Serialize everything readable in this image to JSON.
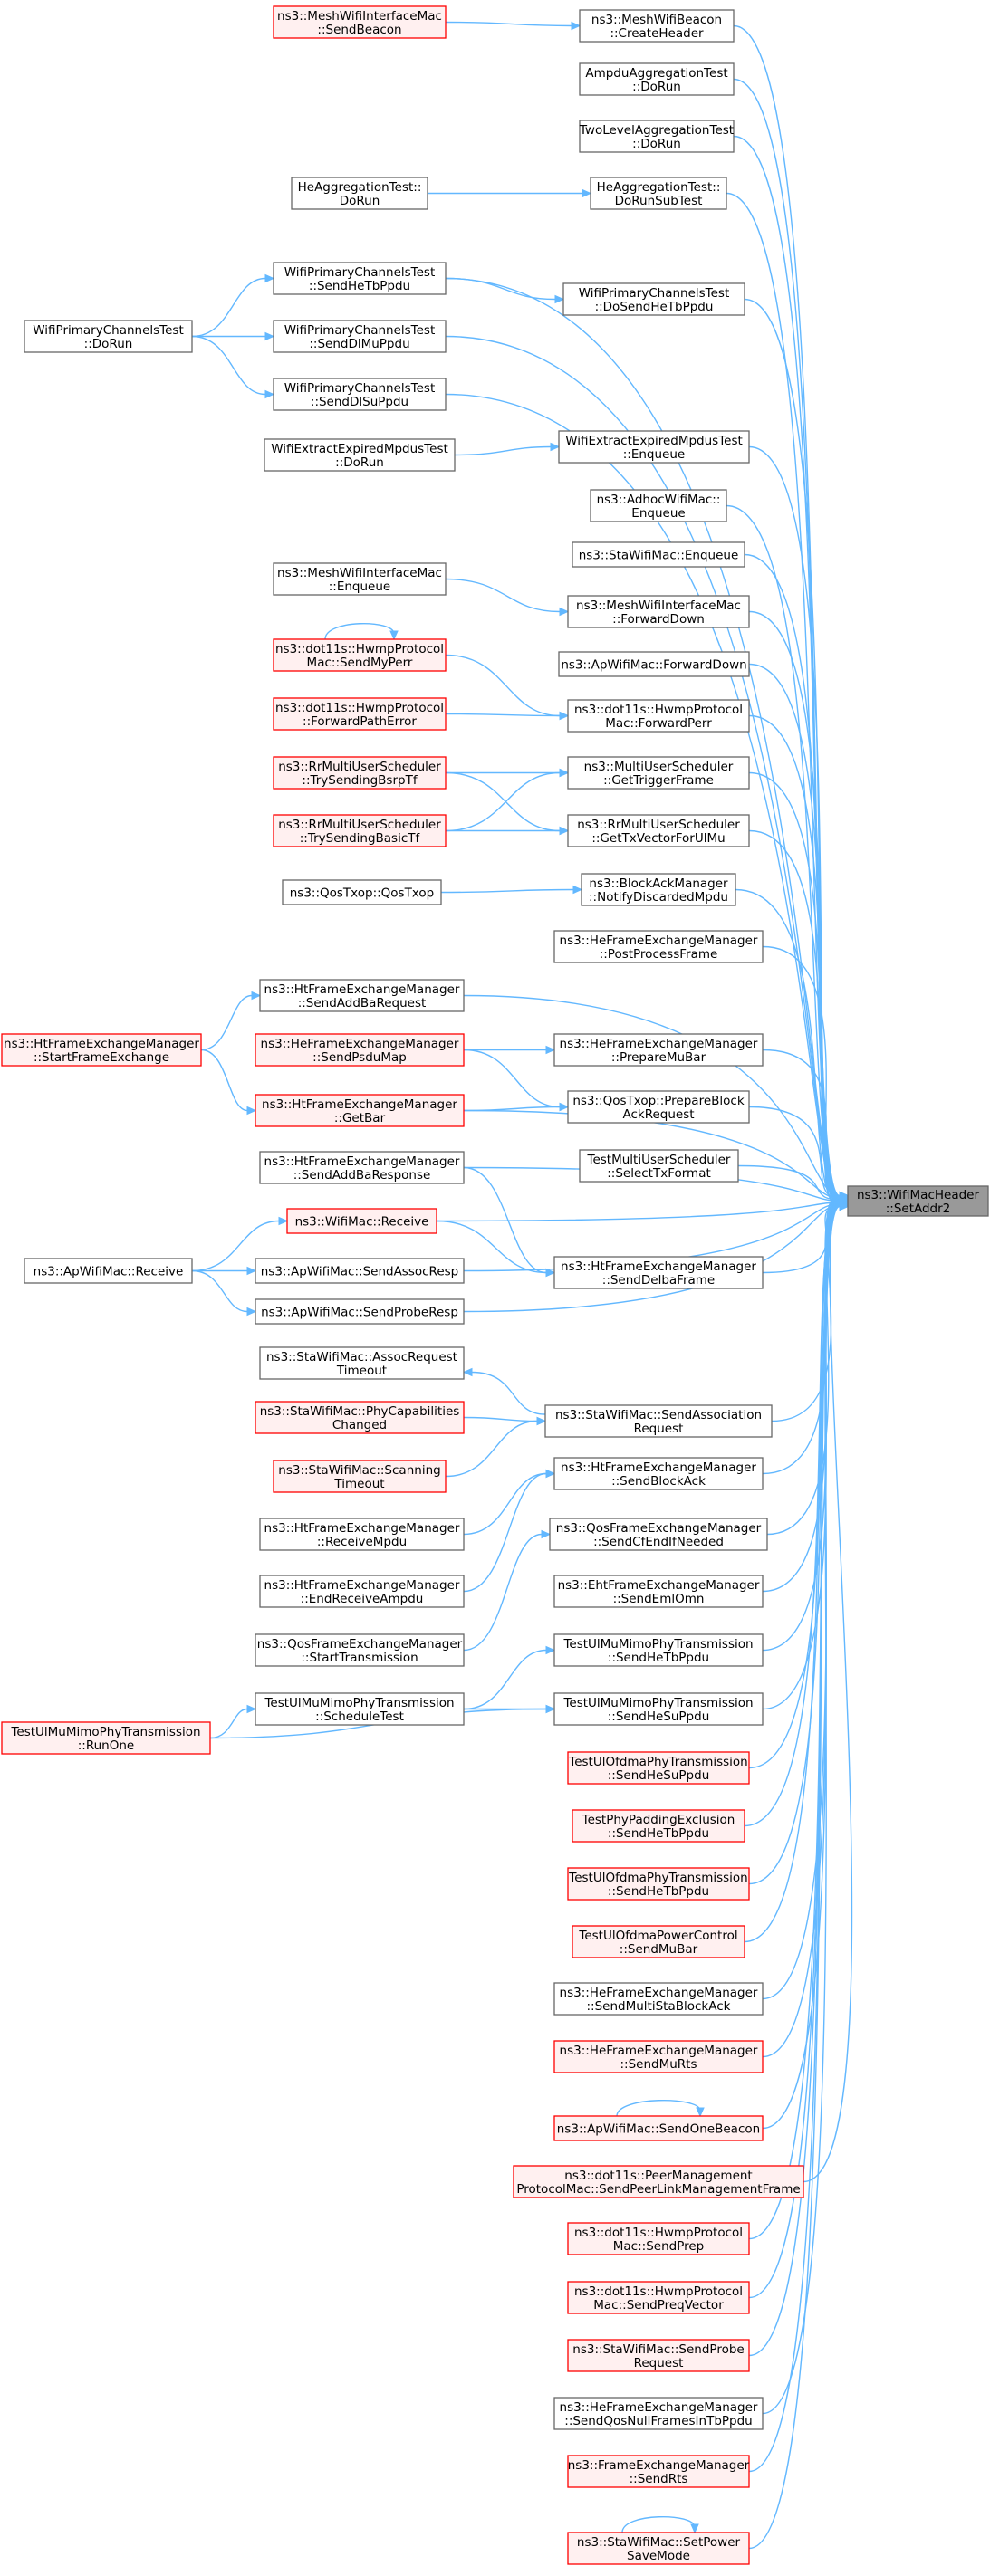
{
  "colors": {
    "edge": "#63b8ff",
    "normal_border": "#666666",
    "normal_fill": "#ffffff",
    "red_border": "#ff0000",
    "red_fill": "#fff0f0",
    "target_fill": "#999999",
    "target_border": "#666666"
  },
  "target": {
    "id": "t",
    "lines": [
      "ns3::WifiMacHeader",
      "::SetAddr2"
    ]
  },
  "nodes": [
    {
      "id": "mwb_ch",
      "lines": [
        "ns3::MeshWifiBeacon",
        "::CreateHeader"
      ],
      "style": "normal"
    },
    {
      "id": "mwim_sb",
      "lines": [
        "ns3::MeshWifiInterfaceMac",
        "::SendBeacon"
      ],
      "style": "red"
    },
    {
      "id": "ampdu",
      "lines": [
        "AmpduAggregationTest",
        "::DoRun"
      ],
      "style": "normal"
    },
    {
      "id": "twolevel",
      "lines": [
        "TwoLevelAggregationTest",
        "::DoRun"
      ],
      "style": "normal"
    },
    {
      "id": "he_sub",
      "lines": [
        "HeAggregationTest::",
        "DoRunSubTest"
      ],
      "style": "normal"
    },
    {
      "id": "he_run",
      "lines": [
        "HeAggregationTest::",
        "DoRun"
      ],
      "style": "normal"
    },
    {
      "id": "wpc_dos",
      "lines": [
        "WifiPrimaryChannelsTest",
        "::DoSendHeTbPpdu"
      ],
      "style": "normal"
    },
    {
      "id": "wpc_she",
      "lines": [
        "WifiPrimaryChannelsTest",
        "::SendHeTbPpdu"
      ],
      "style": "normal"
    },
    {
      "id": "wpc_sdl",
      "lines": [
        "WifiPrimaryChannelsTest",
        "::SendDlMuPpdu"
      ],
      "style": "normal"
    },
    {
      "id": "wpc_ssu",
      "lines": [
        "WifiPrimaryChannelsTest",
        "::SendDlSuPpdu"
      ],
      "style": "normal"
    },
    {
      "id": "wpc_run",
      "lines": [
        "WifiPrimaryChannelsTest",
        "::DoRun"
      ],
      "style": "normal"
    },
    {
      "id": "weem_enq",
      "lines": [
        "WifiExtractExpiredMpdusTest",
        "::Enqueue"
      ],
      "style": "normal"
    },
    {
      "id": "weem_run",
      "lines": [
        "WifiExtractExpiredMpdusTest",
        "::DoRun"
      ],
      "style": "normal"
    },
    {
      "id": "adhoc",
      "lines": [
        "ns3::AdhocWifiMac::",
        "Enqueue"
      ],
      "style": "normal"
    },
    {
      "id": "sta_enq",
      "lines": [
        "ns3::StaWifiMac::Enqueue"
      ],
      "style": "normal"
    },
    {
      "id": "mwim_fd",
      "lines": [
        "ns3::MeshWifiInterfaceMac",
        "::ForwardDown"
      ],
      "style": "normal"
    },
    {
      "id": "mwim_enq",
      "lines": [
        "ns3::MeshWifiInterfaceMac",
        "::Enqueue"
      ],
      "style": "normal"
    },
    {
      "id": "ap_fd",
      "lines": [
        "ns3::ApWifiMac::ForwardDown"
      ],
      "style": "normal"
    },
    {
      "id": "hwmp_fp",
      "lines": [
        "ns3::dot11s::HwmpProtocol",
        "Mac::ForwardPerr"
      ],
      "style": "normal"
    },
    {
      "id": "hwmp_smp",
      "lines": [
        "ns3::dot11s::HwmpProtocol",
        "Mac::SendMyPerr"
      ],
      "style": "red"
    },
    {
      "id": "hwmp_fpe",
      "lines": [
        "ns3::dot11s::HwmpProtocol",
        "::ForwardPathError"
      ],
      "style": "red"
    },
    {
      "id": "mus_gtf",
      "lines": [
        "ns3::MultiUserScheduler",
        "::GetTriggerFrame"
      ],
      "style": "normal"
    },
    {
      "id": "rr_bsrp",
      "lines": [
        "ns3::RrMultiUserScheduler",
        "::TrySendingBsrpTf"
      ],
      "style": "red"
    },
    {
      "id": "rr_gtx",
      "lines": [
        "ns3::RrMultiUserScheduler",
        "::GetTxVectorForUlMu"
      ],
      "style": "normal"
    },
    {
      "id": "rr_basic",
      "lines": [
        "ns3::RrMultiUserScheduler",
        "::TrySendingBasicTf"
      ],
      "style": "red"
    },
    {
      "id": "bam_ndm",
      "lines": [
        "ns3::BlockAckManager",
        "::NotifyDiscardedMpdu"
      ],
      "style": "normal"
    },
    {
      "id": "qos_txop",
      "lines": [
        "ns3::QosTxop::QosTxop"
      ],
      "style": "normal"
    },
    {
      "id": "hfem_ppf",
      "lines": [
        "ns3::HeFrameExchangeManager",
        "::PostProcessFrame"
      ],
      "style": "normal"
    },
    {
      "id": "ht_saddba",
      "lines": [
        "ns3::HtFrameExchangeManager",
        "::SendAddBaRequest"
      ],
      "style": "normal"
    },
    {
      "id": "ht_sfe",
      "lines": [
        "ns3::HtFrameExchangeManager",
        "::StartFrameExchange"
      ],
      "style": "red"
    },
    {
      "id": "he_pmb",
      "lines": [
        "ns3::HeFrameExchangeManager",
        "::PrepareMuBar"
      ],
      "style": "normal"
    },
    {
      "id": "he_spm",
      "lines": [
        "ns3::HeFrameExchangeManager",
        "::SendPsduMap"
      ],
      "style": "red"
    },
    {
      "id": "qos_pbar",
      "lines": [
        "ns3::QosTxop::PrepareBlock",
        "AckRequest"
      ],
      "style": "normal"
    },
    {
      "id": "ht_gbar",
      "lines": [
        "ns3::HtFrameExchangeManager",
        "::GetBar"
      ],
      "style": "red"
    },
    {
      "id": "tmus_stf",
      "lines": [
        "TestMultiUserScheduler",
        "::SelectTxFormat"
      ],
      "style": "normal"
    },
    {
      "id": "ht_saddresp",
      "lines": [
        "ns3::HtFrameExchangeManager",
        "::SendAddBaResponse"
      ],
      "style": "normal"
    },
    {
      "id": "wifimac_recv",
      "lines": [
        "ns3::WifiMac::Receive"
      ],
      "style": "red"
    },
    {
      "id": "ap_recv",
      "lines": [
        "ns3::ApWifiMac::Receive"
      ],
      "style": "normal"
    },
    {
      "id": "ap_sar",
      "lines": [
        "ns3::ApWifiMac::SendAssocResp"
      ],
      "style": "normal"
    },
    {
      "id": "ap_spr",
      "lines": [
        "ns3::ApWifiMac::SendProbeResp"
      ],
      "style": "normal"
    },
    {
      "id": "ht_sdelba",
      "lines": [
        "ns3::HtFrameExchangeManager",
        "::SendDelbaFrame"
      ],
      "style": "normal"
    },
    {
      "id": "sta_art",
      "lines": [
        "ns3::StaWifiMac::AssocRequest",
        "Timeout"
      ],
      "style": "normal"
    },
    {
      "id": "sta_sar",
      "lines": [
        "ns3::StaWifiMac::SendAssociation",
        "Request"
      ],
      "style": "normal"
    },
    {
      "id": "sta_pcc",
      "lines": [
        "ns3::StaWifiMac::PhyCapabilities",
        "Changed"
      ],
      "style": "red"
    },
    {
      "id": "sta_st",
      "lines": [
        "ns3::StaWifiMac::Scanning",
        "Timeout"
      ],
      "style": "red"
    },
    {
      "id": "ht_sba",
      "lines": [
        "ns3::HtFrameExchangeManager",
        "::SendBlockAck"
      ],
      "style": "normal"
    },
    {
      "id": "ht_rm",
      "lines": [
        "ns3::HtFrameExchangeManager",
        "::ReceiveMpdu"
      ],
      "style": "normal"
    },
    {
      "id": "qfem_scf",
      "lines": [
        "ns3::QosFrameExchangeManager",
        "::SendCfEndIfNeeded"
      ],
      "style": "normal"
    },
    {
      "id": "ht_era",
      "lines": [
        "ns3::HtFrameExchangeManager",
        "::EndReceiveAmpdu"
      ],
      "style": "normal"
    },
    {
      "id": "eht_seo",
      "lines": [
        "ns3::EhtFrameExchangeManager",
        "::SendEmlOmn"
      ],
      "style": "normal"
    },
    {
      "id": "qfem_st",
      "lines": [
        "ns3::QosFrameExchangeManager",
        "::StartTransmission"
      ],
      "style": "normal"
    },
    {
      "id": "tum_shetb",
      "lines": [
        "TestUlMuMimoPhyTransmission",
        "::SendHeTbPpdu"
      ],
      "style": "normal"
    },
    {
      "id": "tum_sched",
      "lines": [
        "TestUlMuMimoPhyTransmission",
        "::ScheduleTest"
      ],
      "style": "normal"
    },
    {
      "id": "tum_shesu",
      "lines": [
        "TestUlMuMimoPhyTransmission",
        "::SendHeSuPpdu"
      ],
      "style": "normal"
    },
    {
      "id": "tum_run",
      "lines": [
        "TestUlMuMimoPhyTransmission",
        "::RunOne"
      ],
      "style": "red"
    },
    {
      "id": "tuo_shesu",
      "lines": [
        "TestUlOfdmaPhyTransmission",
        "::SendHeSuPpdu"
      ],
      "style": "red"
    },
    {
      "id": "tpp_shetb",
      "lines": [
        "TestPhyPaddingExclusion",
        "::SendHeTbPpdu"
      ],
      "style": "red"
    },
    {
      "id": "tuo_shetb",
      "lines": [
        "TestUlOfdmaPhyTransmission",
        "::SendHeTbPpdu"
      ],
      "style": "red"
    },
    {
      "id": "tuopc_smb",
      "lines": [
        "TestUlOfdmaPowerControl",
        "::SendMuBar"
      ],
      "style": "red"
    },
    {
      "id": "he_smsba",
      "lines": [
        "ns3::HeFrameExchangeManager",
        "::SendMultiStaBlockAck"
      ],
      "style": "normal"
    },
    {
      "id": "he_smrts",
      "lines": [
        "ns3::HeFrameExchangeManager",
        "::SendMuRts"
      ],
      "style": "red"
    },
    {
      "id": "ap_sob",
      "lines": [
        "ns3::ApWifiMac::SendOneBeacon"
      ],
      "style": "red"
    },
    {
      "id": "pm_spl",
      "lines": [
        "ns3::dot11s::PeerManagement",
        "ProtocolMac::SendPeerLinkManagementFrame"
      ],
      "style": "red"
    },
    {
      "id": "hwmp_sprep",
      "lines": [
        "ns3::dot11s::HwmpProtocol",
        "Mac::SendPrep"
      ],
      "style": "red"
    },
    {
      "id": "hwmp_spreq",
      "lines": [
        "ns3::dot11s::HwmpProtocol",
        "Mac::SendPreqVector"
      ],
      "style": "red"
    },
    {
      "id": "sta_spr",
      "lines": [
        "ns3::StaWifiMac::SendProbe",
        "Request"
      ],
      "style": "red"
    },
    {
      "id": "he_sqn",
      "lines": [
        "ns3::HeFrameExchangeManager",
        "::SendQosNullFramesInTbPpdu"
      ],
      "style": "normal"
    },
    {
      "id": "fem_srts",
      "lines": [
        "ns3::FrameExchangeManager",
        "::SendRts"
      ],
      "style": "red"
    },
    {
      "id": "sta_spm",
      "lines": [
        "ns3::StaWifiMac::SetPower",
        "SaveMode"
      ],
      "style": "red"
    }
  ]
}
